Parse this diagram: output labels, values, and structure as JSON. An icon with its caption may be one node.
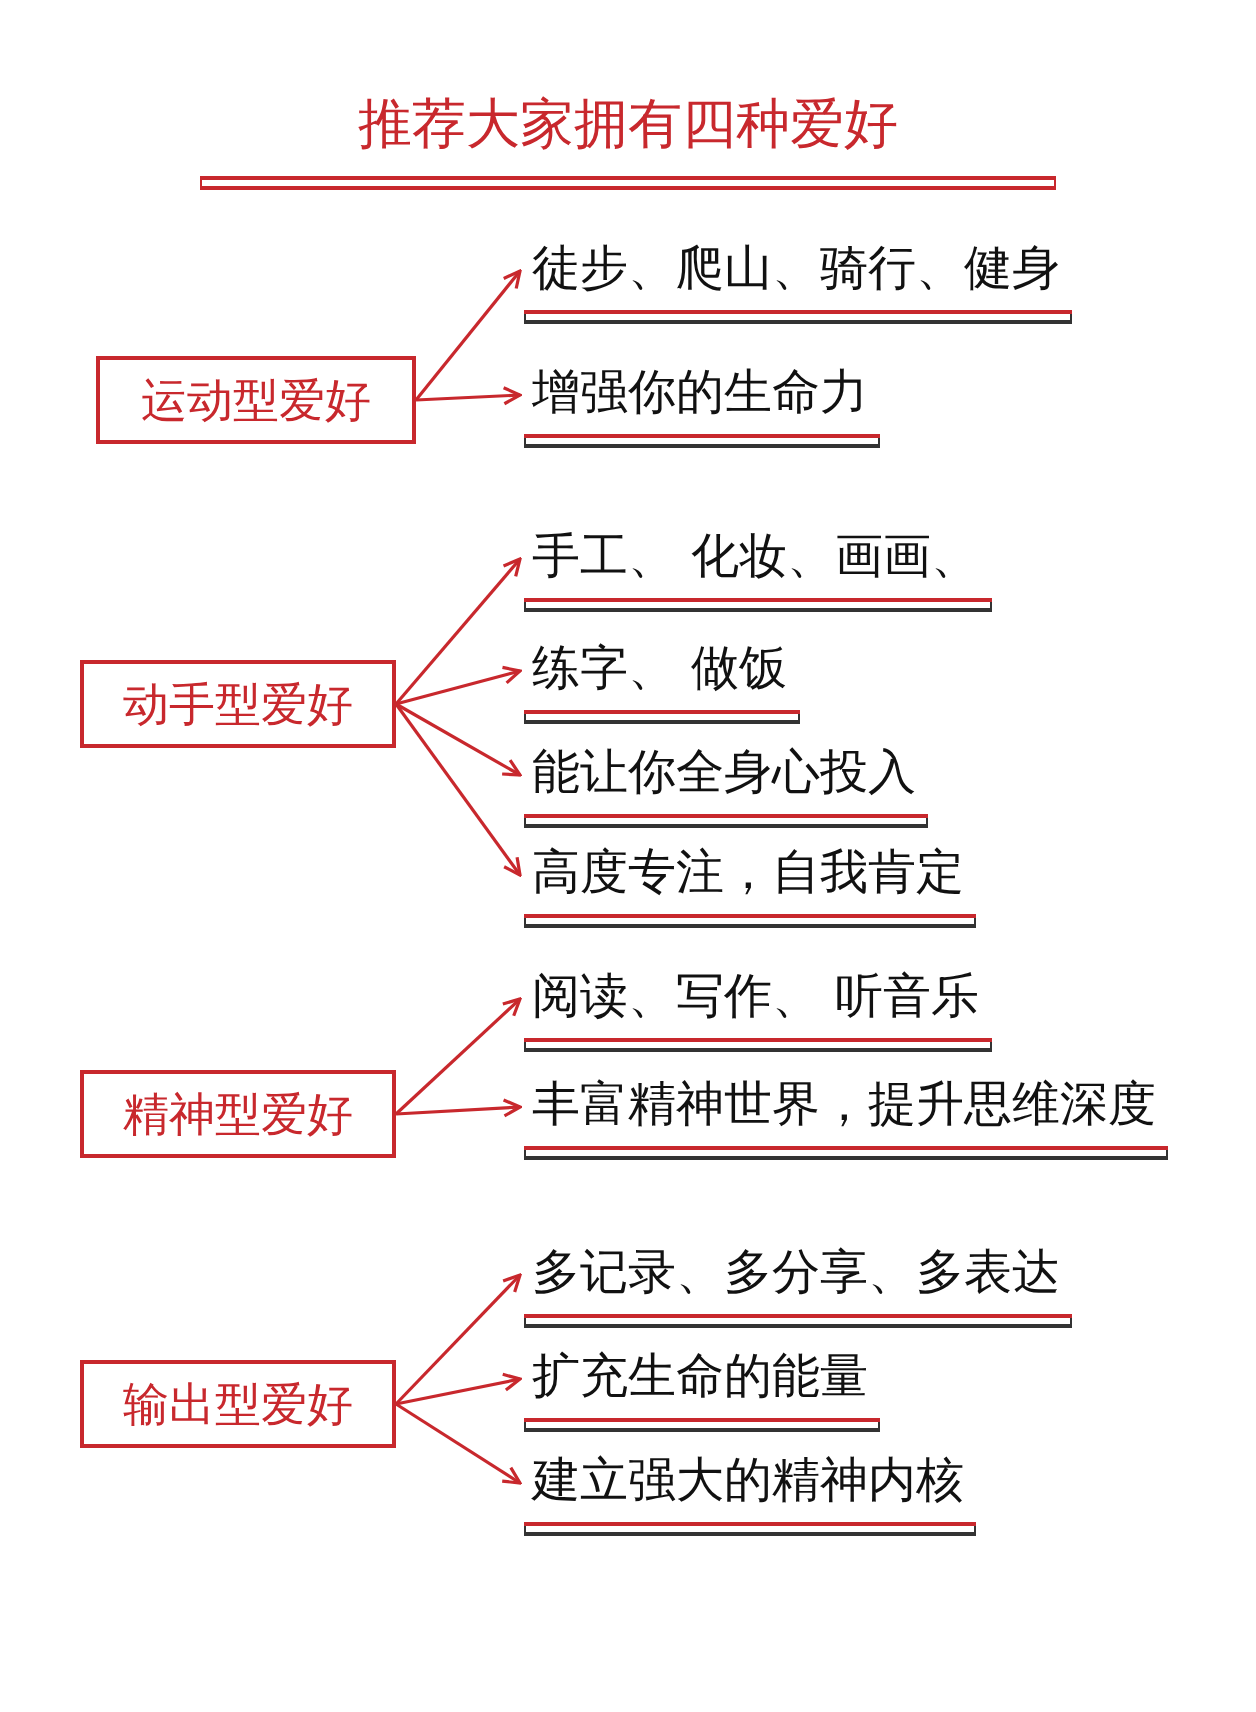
{
  "diagram": {
    "title": "推荐大家拥有四种爱好",
    "nodes": [
      {
        "text": [
          "运动型爱好"
        ]
      },
      {
        "text": [
          "徒步、爬山、骑行、健身"
        ]
      },
      {
        "text": [
          "增强你的生命力"
        ]
      },
      {
        "text": [
          "动手型爱好"
        ]
      },
      {
        "text": [
          "手工、 化妆、画画、"
        ]
      },
      {
        "text": [
          "练字、 做饭"
        ]
      },
      {
        "text": [
          "能让你全身心投入"
        ]
      },
      {
        "text": [
          "高度专注，自我肯定"
        ]
      },
      {
        "text": [
          "精神型爱好"
        ]
      },
      {
        "text": [
          "阅读、写作、 听音乐"
        ]
      },
      {
        "text": [
          "丰富精神世界，提升思维深度"
        ]
      },
      {
        "text": [
          "输出型爱好"
        ]
      },
      {
        "text": [
          "多记录、多分享、多表达"
        ]
      },
      {
        "text": [
          "扩充生命的能量"
        ]
      },
      {
        "text": [
          "建立强大的精神内核"
        ]
      }
    ],
    "edges": [
      {
        "from": 0,
        "to": 1,
        "arrow": "to"
      },
      {
        "from": 0,
        "to": 2,
        "arrow": "to"
      },
      {
        "from": 3,
        "to": 4,
        "arrow": "to"
      },
      {
        "from": 3,
        "to": 5,
        "arrow": "to"
      },
      {
        "from": 3,
        "to": 6,
        "arrow": "to"
      },
      {
        "from": 3,
        "to": 7,
        "arrow": "to"
      },
      {
        "from": 8,
        "to": 9,
        "arrow": "to"
      },
      {
        "from": 8,
        "to": 10,
        "arrow": "to"
      },
      {
        "from": 11,
        "to": 12,
        "arrow": "to"
      },
      {
        "from": 11,
        "to": 13,
        "arrow": "to"
      },
      {
        "from": 11,
        "to": 14,
        "arrow": "to"
      }
    ]
  }
}
